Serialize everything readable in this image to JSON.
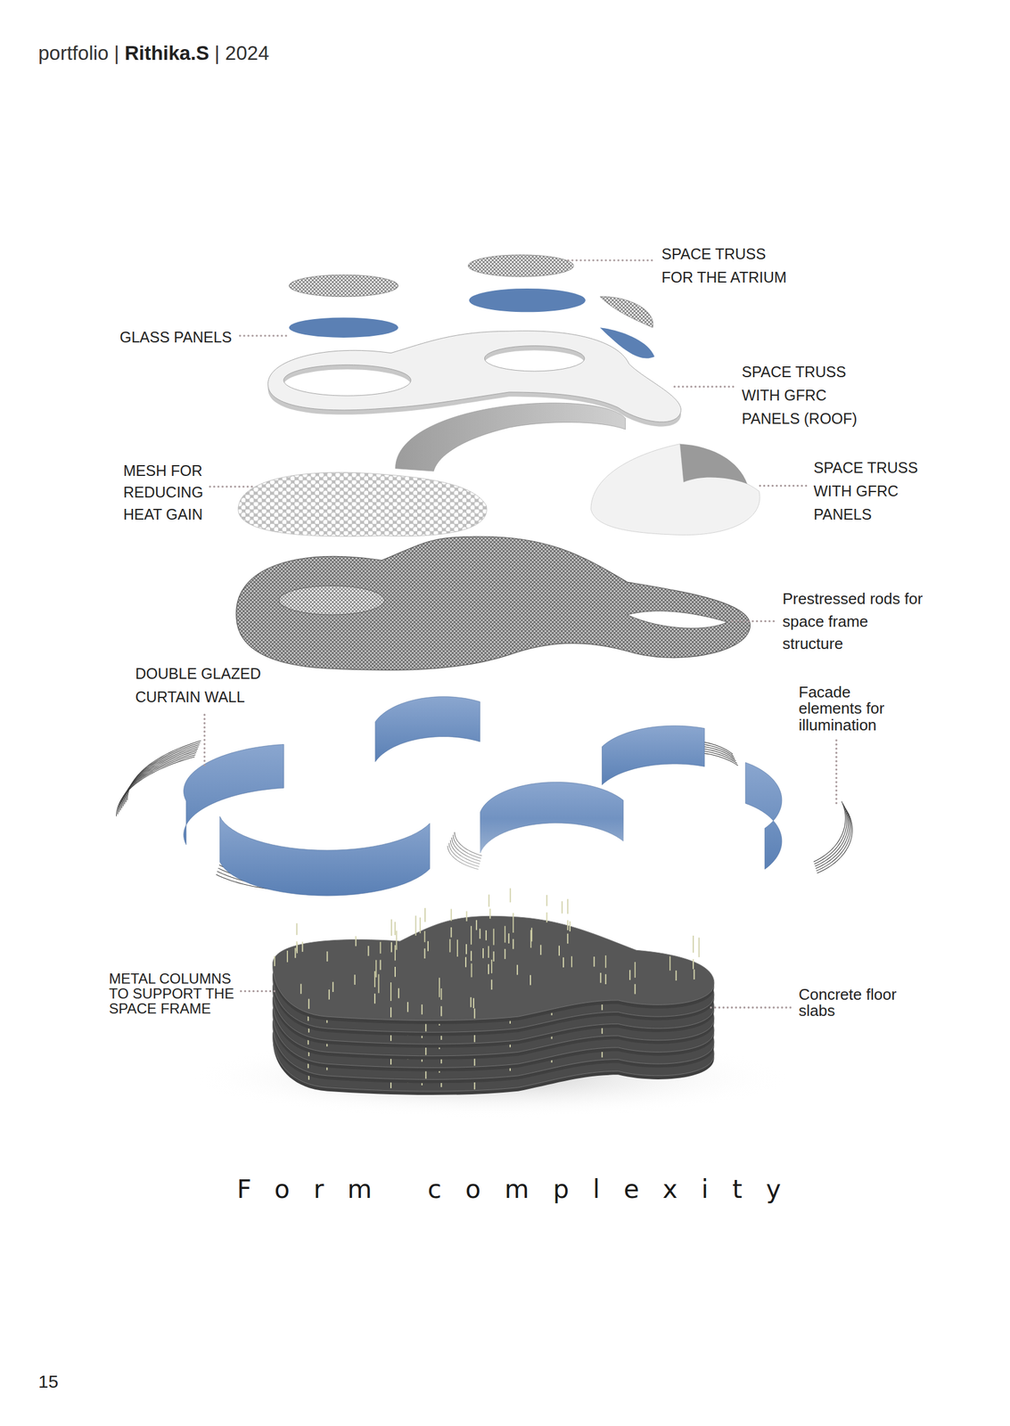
{
  "diagram": {
    "title": "Form complexity",
    "labels": [
      "portfolio |",
      "Rithika.S",
      "| 2024",
      "SPACE TRUSS FOR THE ATRIUM",
      "GLASS PANELS",
      "SPACE TRUSS WITH GFRC PANELS (ROOF)",
      "MESH FOR REDUCING HEAT GAIN",
      "SPACE TRUSS WITH GFRC PANELS",
      "Prestressed rods for space frame structure",
      "DOUBLE GLAZED CURTAIN WALL",
      "Facade elements for illumination",
      "METAL COLUMNS TO SUPPORT THE SPACE FRAME",
      "Concrete floor slabs",
      "15"
    ]
  }
}
